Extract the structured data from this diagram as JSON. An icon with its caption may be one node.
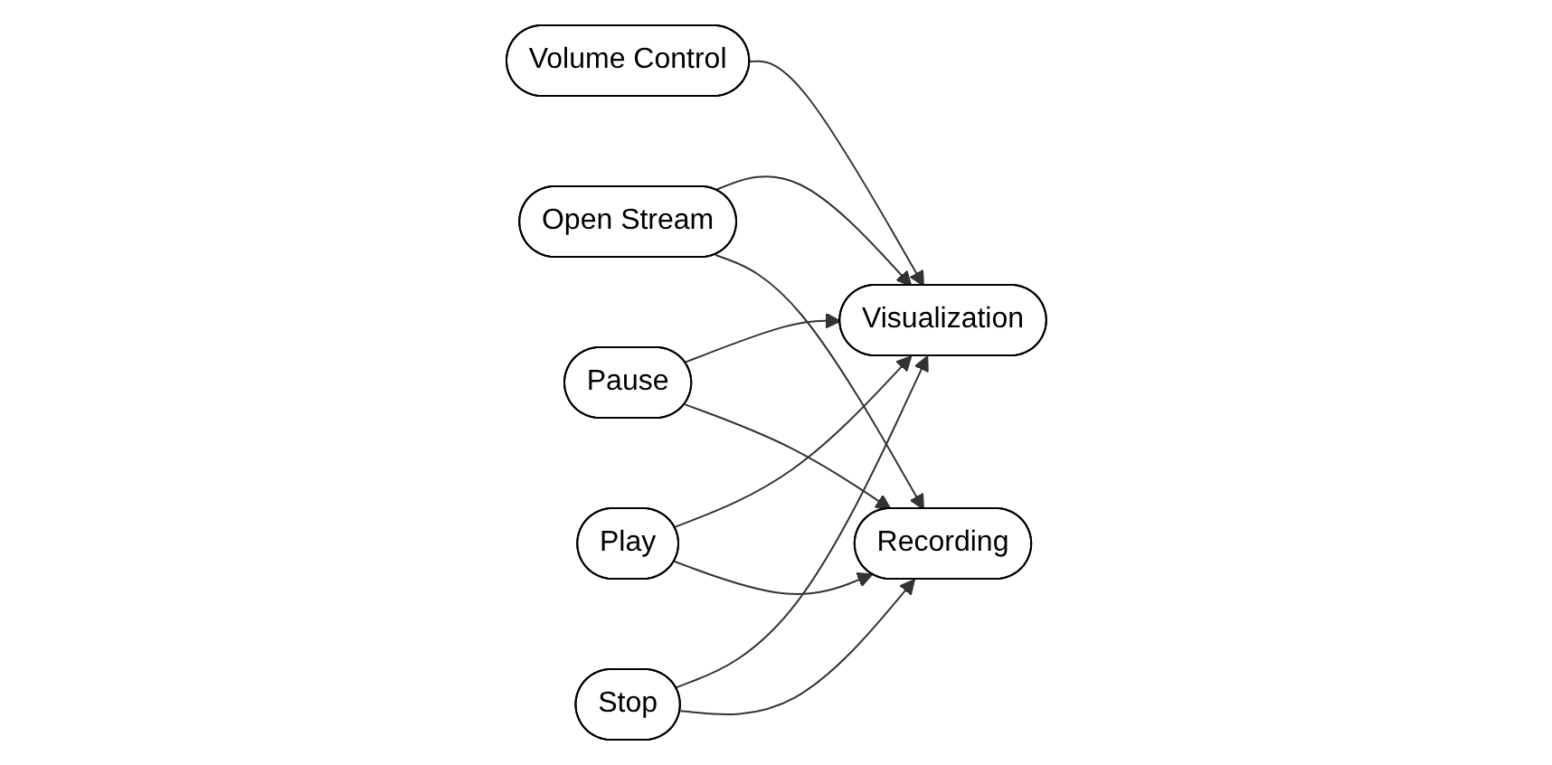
{
  "diagram": {
    "nodes": [
      {
        "text": [
          "Open Stream"
        ]
      },
      {
        "text": [
          "Visualization"
        ]
      },
      {
        "text": [
          "Recording"
        ]
      },
      {
        "text": [
          "Volume Control"
        ]
      },
      {
        "text": [
          "Pause"
        ]
      },
      {
        "text": [
          "Play"
        ]
      },
      {
        "text": [
          "Stop"
        ]
      }
    ],
    "edges": [
      {
        "from": 0,
        "to": 1,
        "arrow": "to"
      },
      {
        "from": 0,
        "to": 2,
        "arrow": "to"
      },
      {
        "from": 3,
        "to": 1,
        "arrow": "to"
      },
      {
        "from": 4,
        "to": 1,
        "arrow": "to"
      },
      {
        "from": 4,
        "to": 2,
        "arrow": "to"
      },
      {
        "from": 5,
        "to": 1,
        "arrow": "to"
      },
      {
        "from": 5,
        "to": 2,
        "arrow": "to"
      },
      {
        "from": 6,
        "to": 1,
        "arrow": "to"
      },
      {
        "from": 6,
        "to": 2,
        "arrow": "to"
      }
    ]
  }
}
